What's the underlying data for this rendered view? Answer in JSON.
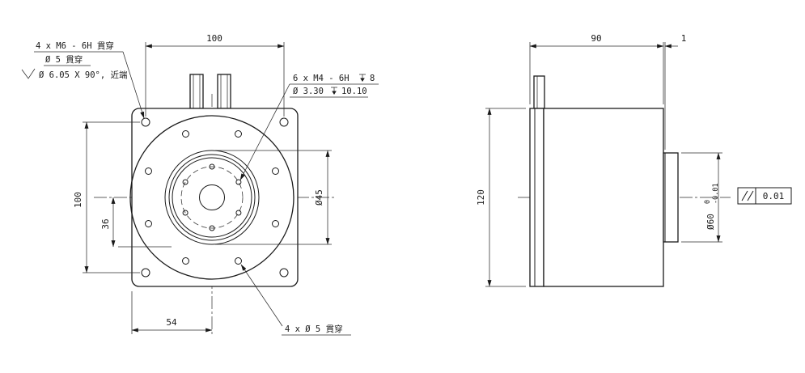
{
  "page": {
    "background": "#ffffff",
    "line_color": "#1a1a1a"
  },
  "front_view": {
    "callout_corner_tapped": {
      "line1": "4 x M6 - 6H 貫穿",
      "line2": "Ø 5 貫穿",
      "line3": "Ø 6.05 X 90°, 近端"
    },
    "callout_bolt_circle": {
      "line1_text": "6 x M4 - 6H",
      "line1_depth": "8",
      "line2_text": "Ø 3.30",
      "line2_depth": "10.10"
    },
    "callout_through_holes": "4 x Ø 5 貫穿",
    "dim_top_width": "100",
    "dim_left_height": "100",
    "dim_hole_offset": "36",
    "dim_bottom_offset": "54",
    "dim_bolt_circle": "Ø45"
  },
  "side_view": {
    "dim_body_length": "90",
    "dim_step": "1",
    "dim_height": "120",
    "dim_shaft": "Ø60",
    "dim_shaft_upper_dev": "0",
    "dim_shaft_lower_dev": "-0.01",
    "fcf_symbol": "parallelism",
    "fcf_value": "0.01"
  }
}
